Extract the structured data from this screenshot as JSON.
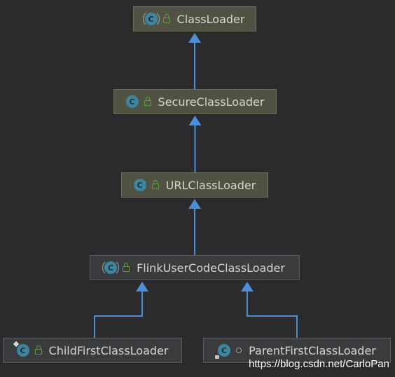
{
  "nodes": {
    "classloader": {
      "label": "ClassLoader",
      "icon": "abstract-class-icon"
    },
    "secure": {
      "label": "SecureClassLoader",
      "icon": "class-icon"
    },
    "url": {
      "label": "URLClassLoader",
      "icon": "class-icon"
    },
    "flink": {
      "label": "FlinkUserCodeClassLoader",
      "icon": "abstract-class-icon"
    },
    "childfirst": {
      "label": "ChildFirstClassLoader",
      "icon": "final-class-icon"
    },
    "parentfirst": {
      "label": "ParentFirstClassLoader",
      "icon": "private-class-icon"
    }
  },
  "edges": [
    {
      "from": "secure",
      "to": "classloader"
    },
    {
      "from": "url",
      "to": "secure"
    },
    {
      "from": "flink",
      "to": "url"
    },
    {
      "from": "childfirst",
      "to": "flink"
    },
    {
      "from": "parentfirst",
      "to": "flink"
    }
  ],
  "colors": {
    "background": "#2b2b2d",
    "edge": "#4a8fd8",
    "node_fill": "#515244",
    "class_icon": "#3e86a0",
    "lock_icon": "#5d9e3b"
  },
  "watermark": "https://blog.csdn.net/CarloPan"
}
